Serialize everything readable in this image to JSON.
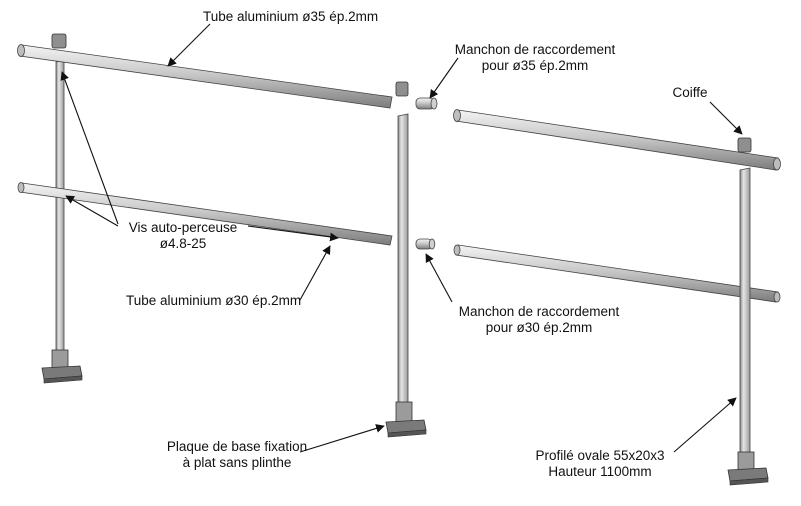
{
  "labels": {
    "tube35": "Tube aluminium ø35 ép.2mm",
    "manchon35_l1": "Manchon de raccordement",
    "manchon35_l2": "pour ø35 ép.2mm",
    "coiffe": "Coiffe",
    "vis_l1": "Vis auto-perceuse",
    "vis_l2": "ø4.8-25",
    "tube30": "Tube aluminium ø30 ép.2mm",
    "manchon30_l1": "Manchon de raccordement",
    "manchon30_l2": "pour ø30 ép.2mm",
    "plaque_l1": "Plaque de base fixation",
    "plaque_l2": "à plat sans plinthe",
    "profile_l1": "Profilé ovale 55x20x3",
    "profile_l2": "Hauteur 1100mm"
  }
}
